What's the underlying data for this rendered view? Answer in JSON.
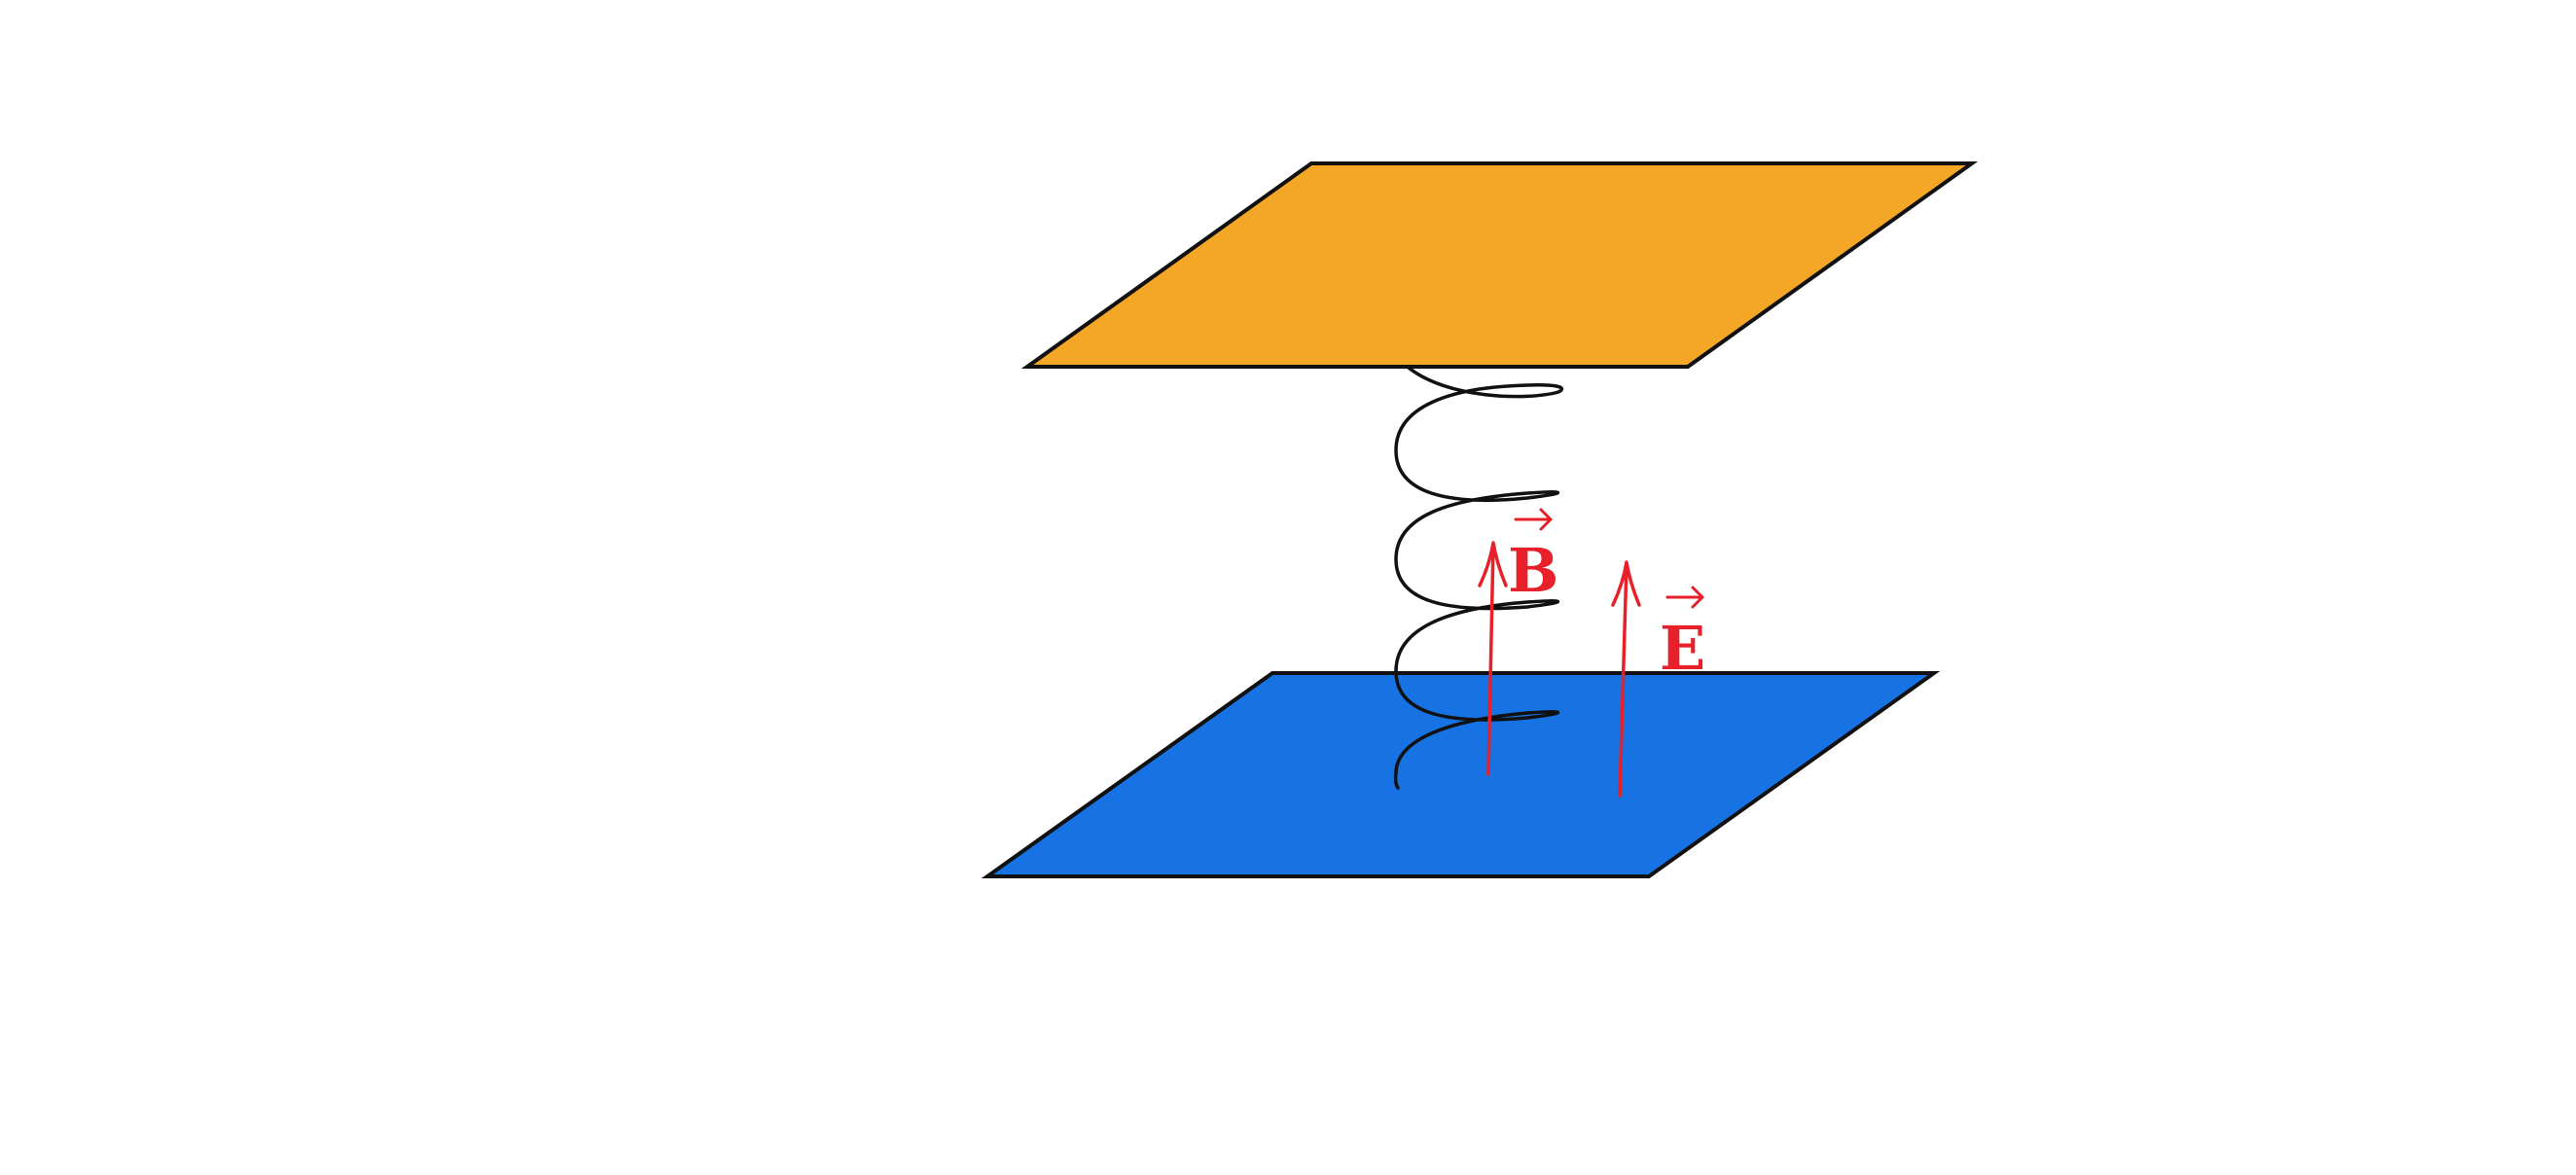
{
  "colors": {
    "top_plate": "#F4A626",
    "bottom_plate": "#1773E3",
    "outline": "#111111",
    "field": "#E8202A",
    "background": "#FFFFFF"
  },
  "labels": {
    "magnetic_field": "B",
    "electric_field": "E"
  },
  "helix": {
    "turns": 4
  }
}
